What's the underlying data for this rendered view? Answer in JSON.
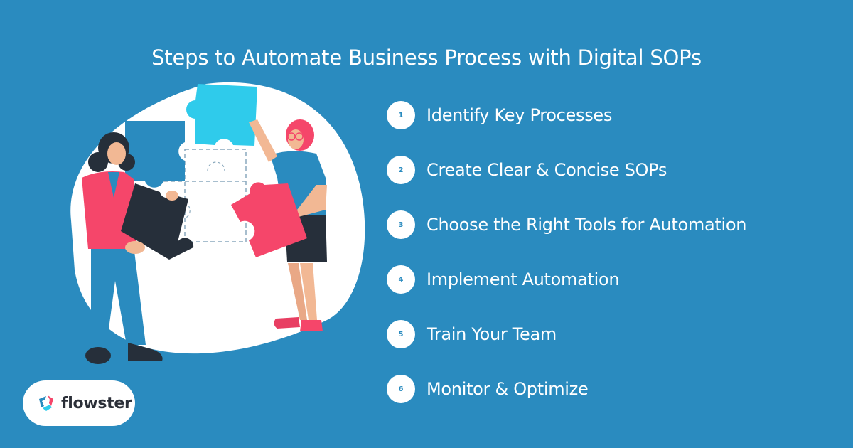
{
  "header": {
    "title": "Steps to Automate Business Process with Digital SOPs"
  },
  "steps": [
    {
      "number": "1",
      "label": "Identify Key Processes"
    },
    {
      "number": "2",
      "label": "Create Clear & Concise SOPs"
    },
    {
      "number": "3",
      "label": "Choose the Right Tools for Automation"
    },
    {
      "number": "4",
      "label": "Implement Automation"
    },
    {
      "number": "5",
      "label": "Train Your Team"
    },
    {
      "number": "6",
      "label": "Monitor & Optimize"
    }
  ],
  "illustration": {
    "description": "Two women assembling puzzle pieces",
    "icon": "puzzle-team-illustration"
  },
  "brand": {
    "name": "flowster",
    "logo_icon": "flowster-logo-icon"
  },
  "colors": {
    "background": "#2A8BBF",
    "blob": "#FFFFFF",
    "puzzle_cyan": "#2FCBEB",
    "puzzle_blue": "#2A8BBF",
    "puzzle_dark": "#262F3A",
    "puzzle_pink": "#F5466A",
    "skin": "#F2B894",
    "text": "#FFFFFF",
    "logo_text": "#2B2F38"
  }
}
